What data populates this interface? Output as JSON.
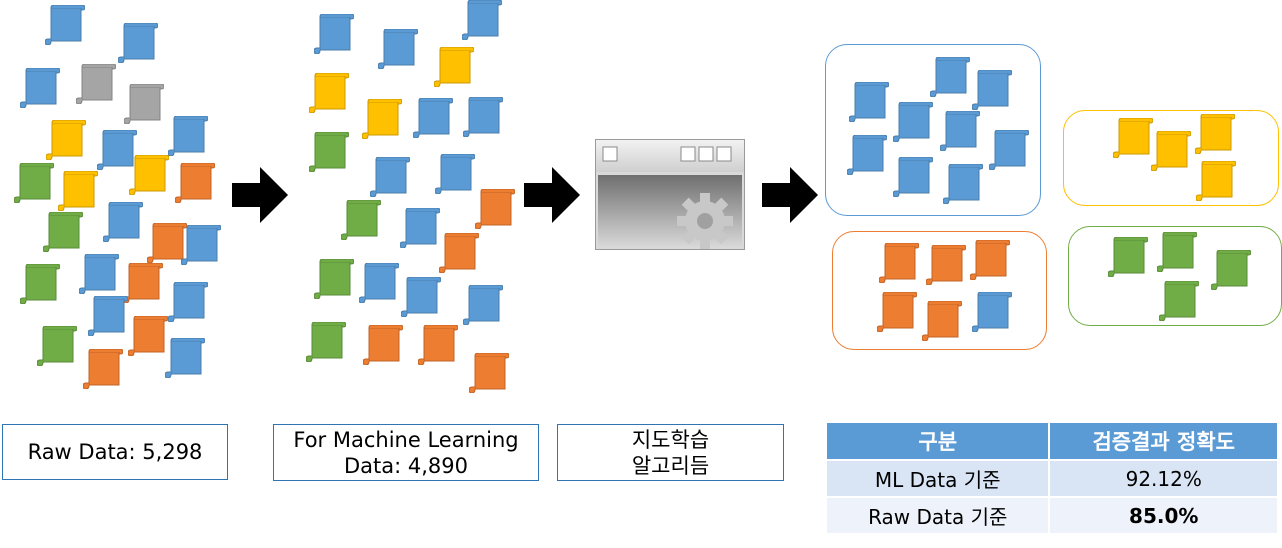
{
  "labels": {
    "raw": "Raw Data: 5,298",
    "ml": "For Machine Learning\nData: 4,890",
    "algo": "지도학습\n알고리듬"
  },
  "table": {
    "headers": [
      "구분",
      "검증결과 정확도"
    ],
    "rows": [
      {
        "label": "ML Data 기준",
        "value": "92.12%"
      },
      {
        "label": "Raw Data 기준",
        "value": "85.0%"
      }
    ]
  },
  "colors": {
    "blue": "#5b9bd5",
    "gray": "#a5a5a5",
    "yellow": "#ffc000",
    "green": "#70ad47",
    "orange": "#ed7d31",
    "cluster_blue": "#5b9bd5",
    "cluster_yellow": "#ffc000",
    "cluster_orange": "#ed7d31",
    "cluster_green": "#70ad47",
    "table_header": "#5b9bd5"
  },
  "icons": [
    "document-scroll-icon",
    "right-arrow-icon",
    "gear-icon",
    "window-icon"
  ]
}
